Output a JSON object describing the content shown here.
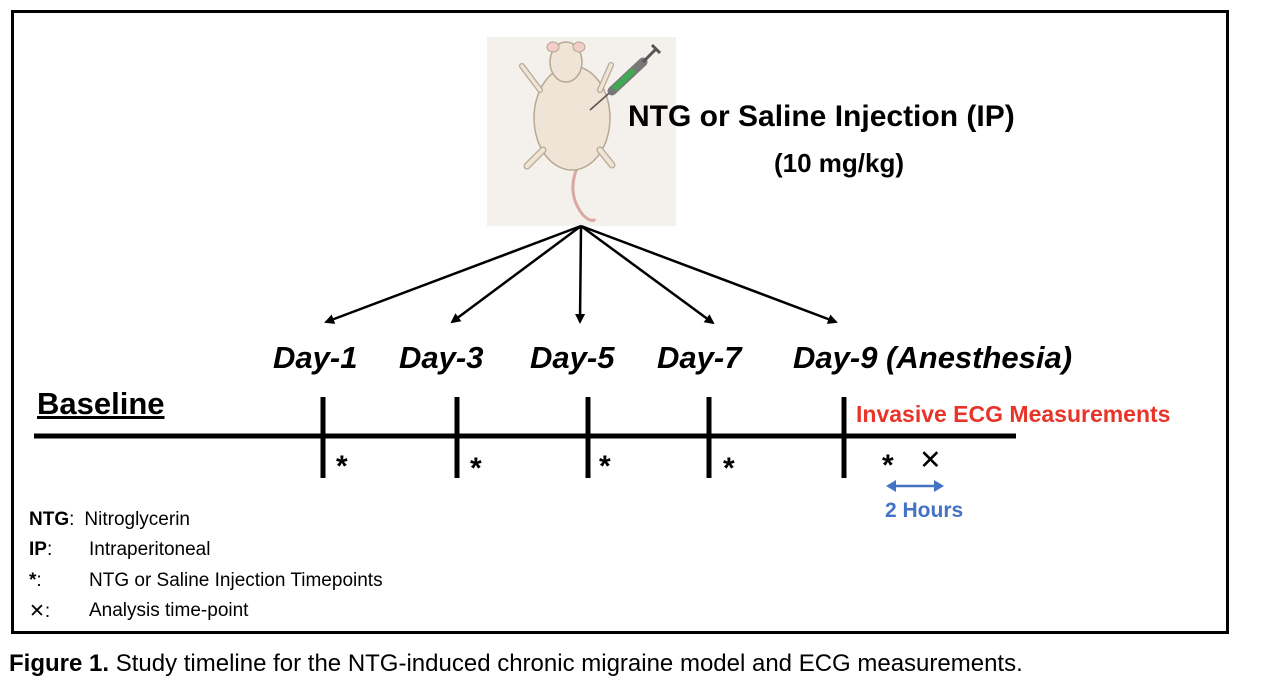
{
  "injection": {
    "title": "NTG or Saline Injection (IP)",
    "dose": "(10 mg/kg)"
  },
  "days": [
    {
      "label": "Day-1"
    },
    {
      "label": "Day-3"
    },
    {
      "label": "Day-5"
    },
    {
      "label": "Day-7"
    },
    {
      "label": "Day-9 (Anesthesia)"
    }
  ],
  "timeline": {
    "baseline_label": "Baseline",
    "invasive_label": "Invasive ECG Measurements",
    "injection_marker": "*",
    "analysis_marker": "✕",
    "interval_label": "2 Hours"
  },
  "legend": [
    {
      "key": "NTG",
      "sep": ":",
      "text": "Nitroglycerin"
    },
    {
      "key": "IP",
      "sep": ":",
      "text": "Intraperitoneal"
    },
    {
      "key": "*",
      "sep": ":",
      "text": "NTG or Saline Injection Timepoints"
    },
    {
      "key": "✕",
      "sep": ":",
      "text": "Analysis time-point"
    }
  ],
  "caption": {
    "label": "Figure 1.",
    "text": " Study timeline for the NTG-induced chronic migraine model and ECG measurements."
  },
  "colors": {
    "invasive": "#e8352a",
    "interval": "#4472c4",
    "mouse_body": "#efe4d6",
    "syringe_liquid": "#3faa4f"
  }
}
